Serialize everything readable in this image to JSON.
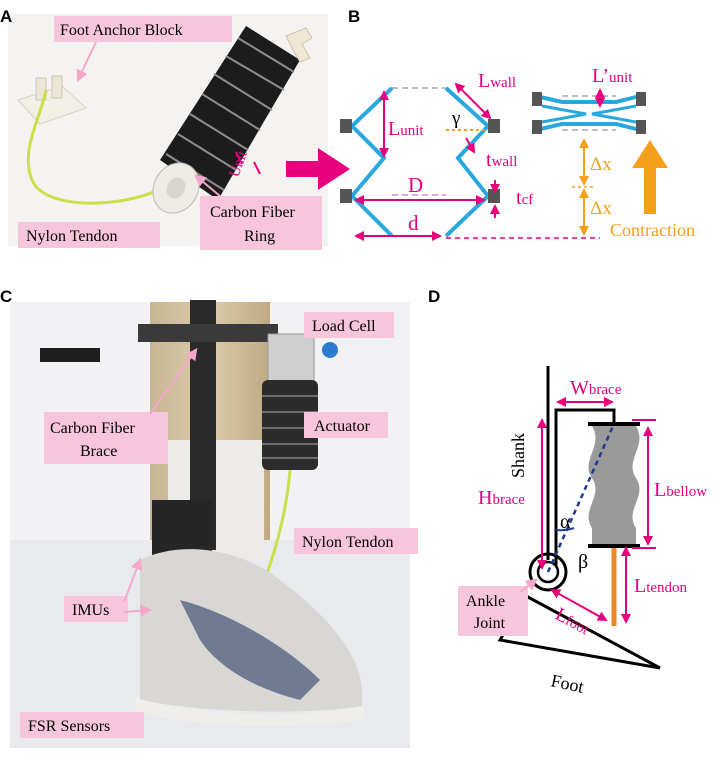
{
  "panels": {
    "A": {
      "label": "A",
      "callouts": {
        "foot_anchor_block": "Foot Anchor Block",
        "unit": "Unit",
        "nylon_tendon": "Nylon Tendon",
        "carbon_fiber_ring_line1": "Carbon Fiber",
        "carbon_fiber_ring_line2": "Ring"
      }
    },
    "B": {
      "label": "B",
      "symbols": {
        "l_wall": "L",
        "l_wall_sub": "wall",
        "gamma": "γ",
        "l_unit": "L",
        "l_unit_sub": "unit",
        "l_unit_prime": "L’",
        "l_unit_prime_sub": "unit",
        "t_wall": "t",
        "t_wall_sub": "wall",
        "t_cf": "t",
        "t_cf_sub": "cf",
        "big_d": "D",
        "small_d": "d",
        "delta_x_1": "Δx",
        "delta_x_2": "Δx",
        "contraction": "Contraction"
      }
    },
    "C": {
      "label": "C",
      "callouts": {
        "load_cell": "Load Cell",
        "carbon_fiber_brace_line1": "Carbon Fiber",
        "carbon_fiber_brace_line2": "Brace",
        "actuator": "Actuator",
        "nylon_tendon": "Nylon Tendon",
        "imus": "IMUs",
        "fsr_sensors": "FSR Sensors"
      }
    },
    "D": {
      "label": "D",
      "labels": {
        "w_brace": "W",
        "w_brace_sub": "brace",
        "shank": "Shank",
        "h_brace": "H",
        "h_brace_sub": "brace",
        "alpha": "α",
        "beta": "β",
        "l_bellow": "L",
        "l_bellow_sub": "bellow",
        "l_tendon": "L",
        "l_tendon_sub": "tendon",
        "ankle_joint_line1": "Ankle",
        "ankle_joint_line2": "Joint",
        "l_foot": "L",
        "l_foot_sub": "foot",
        "foot": "Foot"
      }
    }
  },
  "colors": {
    "magenta": "#e6007e",
    "pink_box": "#f7c6dc",
    "pink_arrow": "#f4a7cb",
    "cyan": "#29a8e0",
    "orange": "#f5a01a",
    "bellow_gray": "#9a9a9a",
    "tendon_orange": "#e8892e"
  }
}
